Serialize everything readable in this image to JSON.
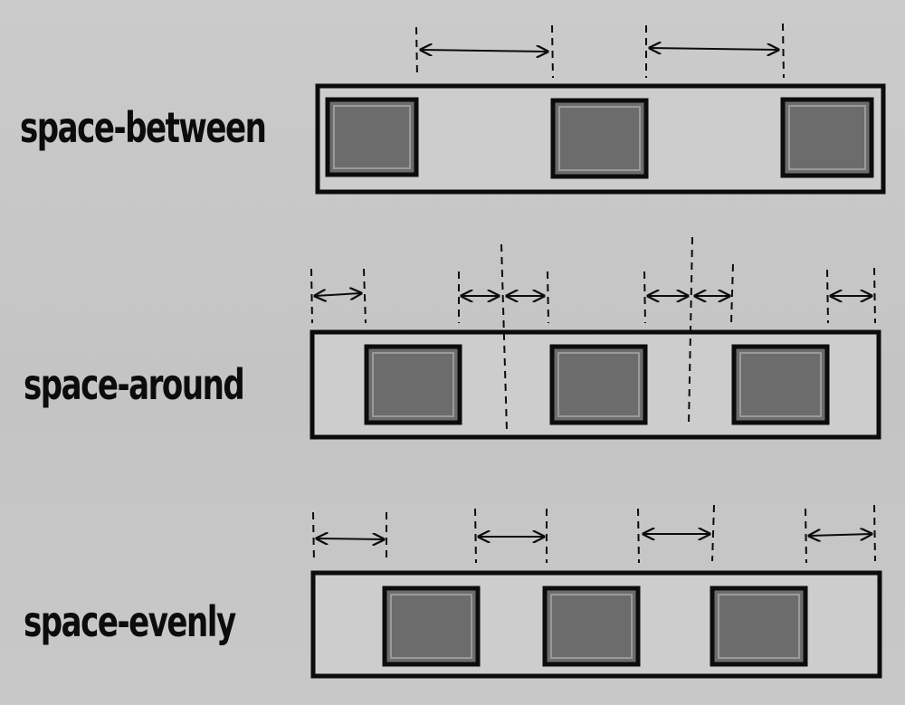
{
  "rows": [
    {
      "label": "space-between",
      "mode": "space-between",
      "item_count": 3
    },
    {
      "label": "space-around",
      "mode": "space-around",
      "item_count": 3
    },
    {
      "label": "space-evenly",
      "mode": "space-evenly",
      "item_count": 3
    }
  ],
  "colors": {
    "background": "#c8c8c8",
    "container_fill": "#cdcdcd",
    "item_fill": "#6c6c6c",
    "item_highlight": "#9a9a9a",
    "ink": "#0c0c0c"
  }
}
